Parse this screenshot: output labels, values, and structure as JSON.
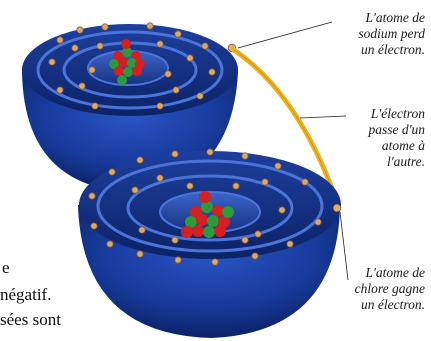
{
  "captions": {
    "sodium": [
      "L'atome de",
      "sodium perd",
      "un électron."
    ],
    "transfer": [
      "L'électron",
      "passe d'un",
      "atome à",
      "l'autre."
    ],
    "chlorine": [
      "L'atome de",
      "chlore gagne",
      "un électron."
    ]
  },
  "body_text": {
    "line1": "e",
    "line2": "négatif.",
    "line3": "sées sont"
  },
  "colors": {
    "shell_blue": "#1a3a8f",
    "shell_dark": "#0d1f5c",
    "arrow_yellow": "#f2b321",
    "proton_red": "#d42020",
    "neutron_green": "#2a9a3a"
  }
}
